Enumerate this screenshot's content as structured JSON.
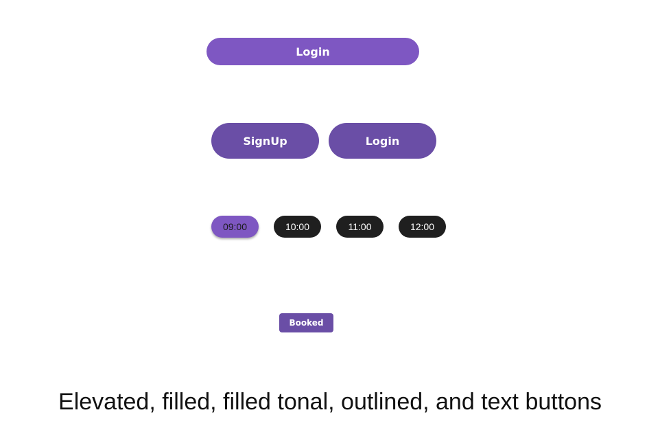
{
  "buttons": {
    "login_primary": "Login",
    "signup": "SignUp",
    "login_secondary": "Login",
    "booked": "Booked"
  },
  "time_chips": [
    {
      "label": "09:00",
      "selected": true
    },
    {
      "label": "10:00",
      "selected": false
    },
    {
      "label": "11:00",
      "selected": false
    },
    {
      "label": "12:00",
      "selected": false
    }
  ],
  "caption": "Elevated, filled, filled tonal, outlined, and text buttons",
  "colors": {
    "primary": "#7e57c2",
    "primary_dark": "#6a4ea6",
    "chip_dark": "#1f1f1f",
    "background": "#ffffff"
  }
}
